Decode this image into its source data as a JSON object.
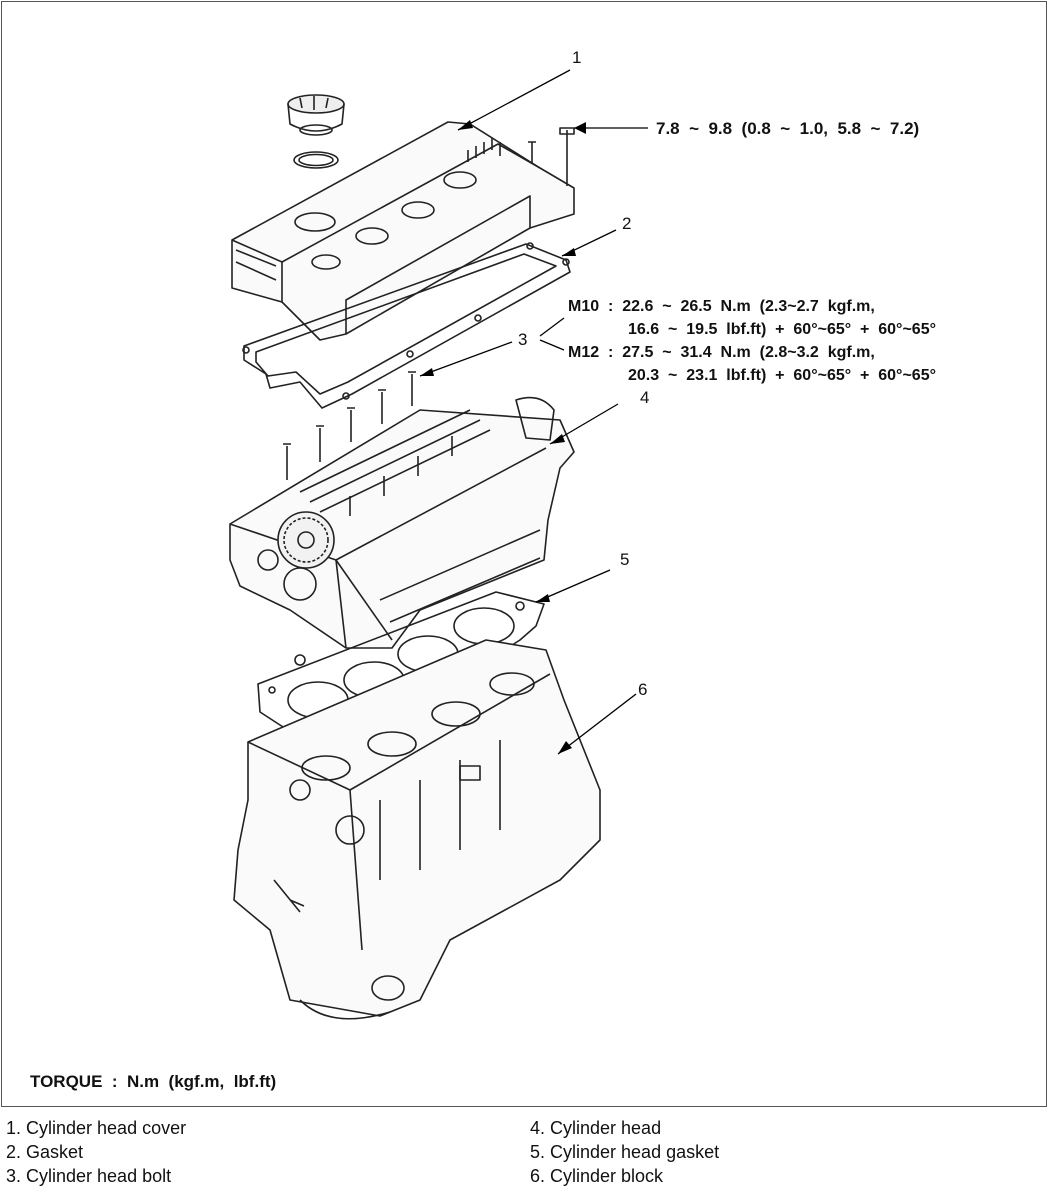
{
  "callouts": [
    "1",
    "2",
    "3",
    "4",
    "5",
    "6"
  ],
  "torque_cover_bolt": "7.8  ~  9.8  (0.8  ~  1.0,  5.8  ~  7.2)",
  "head_bolt_specs": {
    "m10_line1": "M10  :  22.6  ~  26.5  N.m  (2.3~2.7  kgf.m,",
    "m10_line2": "16.6  ~  19.5  lbf.ft)  +  60°~65°  +  60°~65°",
    "m12_line1": "M12  :  27.5  ~  31.4  N.m  (2.8~3.2  kgf.m,",
    "m12_line2": "20.3  ~  23.1  lbf.ft)  +  60°~65°  +  60°~65°"
  },
  "torque_units": "TORQUE  :  N.m  (kgf.m,  lbf.ft)",
  "legend": {
    "left": [
      "1.  Cylinder head cover",
      "2.  Gasket",
      "3.  Cylinder head bolt"
    ],
    "right": [
      "4.  Cylinder head",
      "5.  Cylinder head gasket",
      "6.  Cylinder block"
    ]
  },
  "parts": [
    "oil-filler-cap",
    "o-ring",
    "cylinder-head-cover",
    "cover-bolt",
    "cover-gasket",
    "head-bolts",
    "cylinder-head",
    "camshaft-sprocket",
    "head-gasket",
    "cylinder-block"
  ]
}
